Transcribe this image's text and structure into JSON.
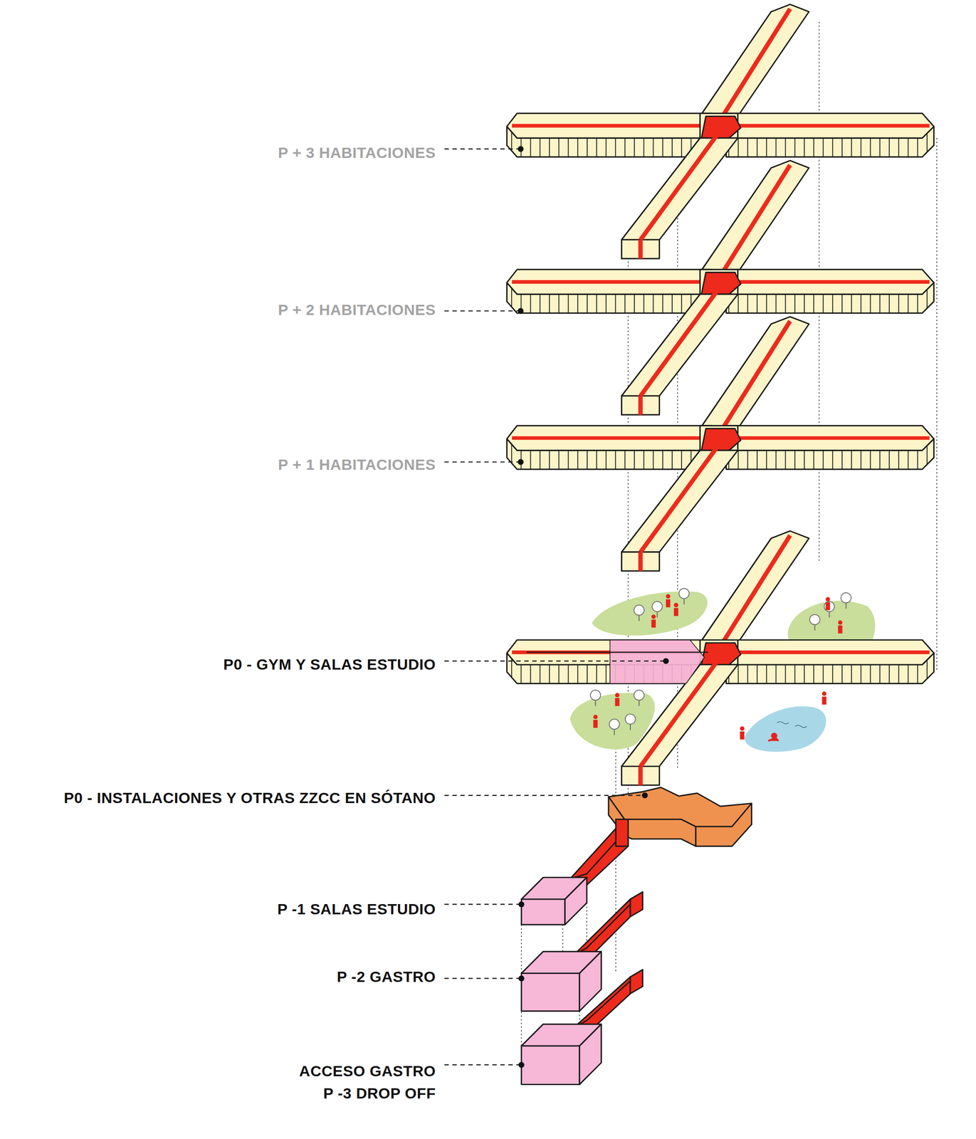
{
  "diagram": {
    "labels": [
      "P + 3 HABITACIONES",
      "P + 2 HABITACIONES",
      "P + 1 HABITACIONES",
      "P0 - GYM Y SALAS ESTUDIO",
      "P0 - INSTALACIONES Y OTRAS ZZCC EN SÓTANO",
      "P -1 SALAS ESTUDIO",
      "P -2 GASTRO",
      "ACCESO GASTRO P -3 DROP OFF"
    ]
  }
}
